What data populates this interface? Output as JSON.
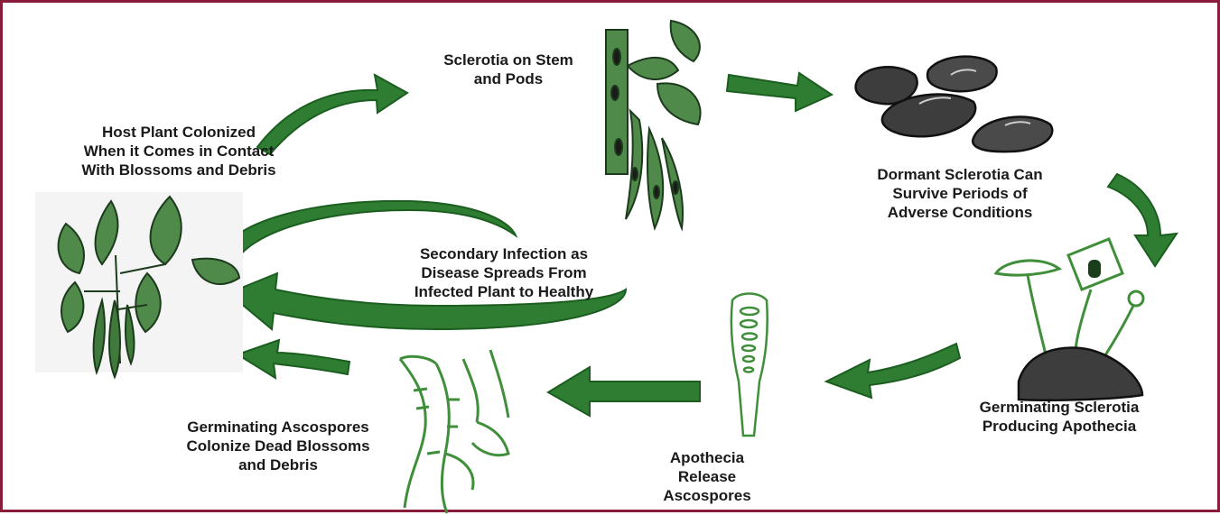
{
  "colors": {
    "border": "#8a1c3b",
    "arrow_fill": "#2e7d32",
    "arrow_stroke": "#1b5e20",
    "plant_fill": "#4f8a4b",
    "plant_stroke": "#1c3a1c",
    "sclerotia": "#3d3d3d",
    "sketch_green": "#3f8f3a"
  },
  "labels": {
    "host_plant": [
      "Host Plant Colonized",
      "When it Comes in Contact",
      "With Blossoms and Debris"
    ],
    "sclerotia_stem": [
      "Sclerotia on Stem",
      "and Pods"
    ],
    "dormant": [
      "Dormant Sclerotia Can",
      "Survive Periods of",
      "Adverse Conditions"
    ],
    "germinating_sclerotia": [
      "Germinating Sclerotia",
      "Producing Apothecia"
    ],
    "apothecia_release": [
      "Apothecia",
      "Release",
      "Ascospores"
    ],
    "germinating_ascospores": [
      "Germinating Ascospores",
      "Colonize Dead Blossoms",
      "and Debris"
    ],
    "secondary_infection": [
      "Secondary Infection as",
      "Disease Spreads From",
      "Infected Plant to Healthy"
    ]
  }
}
